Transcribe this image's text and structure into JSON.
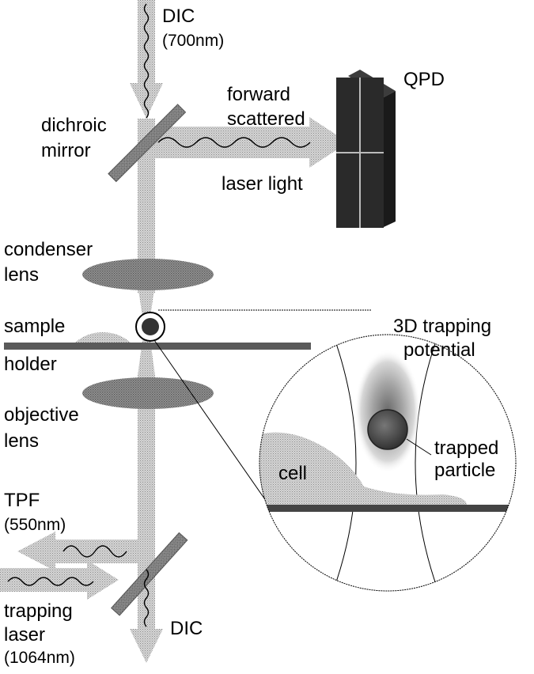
{
  "labels": {
    "dic_top": "DIC",
    "dic_top_wavelength": "(700nm)",
    "qpd": "QPD",
    "forward_scattered_1": "forward",
    "forward_scattered_2": "scattered",
    "laser_light": "laser light",
    "dichroic_1": "dichroic",
    "dichroic_2": "mirror",
    "condenser_1": "condenser",
    "condenser_2": "lens",
    "sample_1": "sample",
    "sample_2": "holder",
    "objective_1": "objective",
    "objective_2": "lens",
    "potential_1": "3D trapping",
    "potential_2": "potential",
    "particle_1": "trapped",
    "particle_2": "particle",
    "cell": "cell",
    "tpf": "TPF",
    "tpf_wavelength": "(550nm)",
    "trapping_1": "trapping",
    "trapping_2": "laser",
    "trapping_wavelength": "(1064nm)",
    "dic_bottom": "DIC"
  },
  "colors": {
    "beam": "#c4c4c4",
    "optic": "#8c8c8c",
    "dark": "#3a3a3a",
    "detector": "#1c1c1c",
    "line": "#000000"
  }
}
